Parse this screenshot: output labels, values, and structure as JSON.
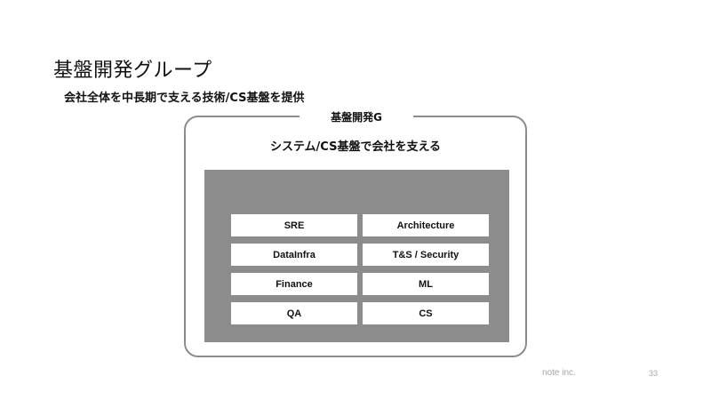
{
  "slide": {
    "title": "基盤開発グループ",
    "subtitle": "会社全体を中長期で支える技術/CS基盤を提供"
  },
  "group": {
    "label": "基盤開発G",
    "mission": "システム/CS基盤で会社を支える",
    "teams": [
      "SRE",
      "Architecture",
      "DataInfra",
      "T&S / Security",
      "Finance",
      "ML",
      "QA",
      "CS"
    ]
  },
  "footer": {
    "company": "note inc.",
    "page_number": "33"
  },
  "colors": {
    "panel": "#8c8c8c",
    "frame": "#8c8c8c",
    "footer_text": "#a6a6a6"
  }
}
